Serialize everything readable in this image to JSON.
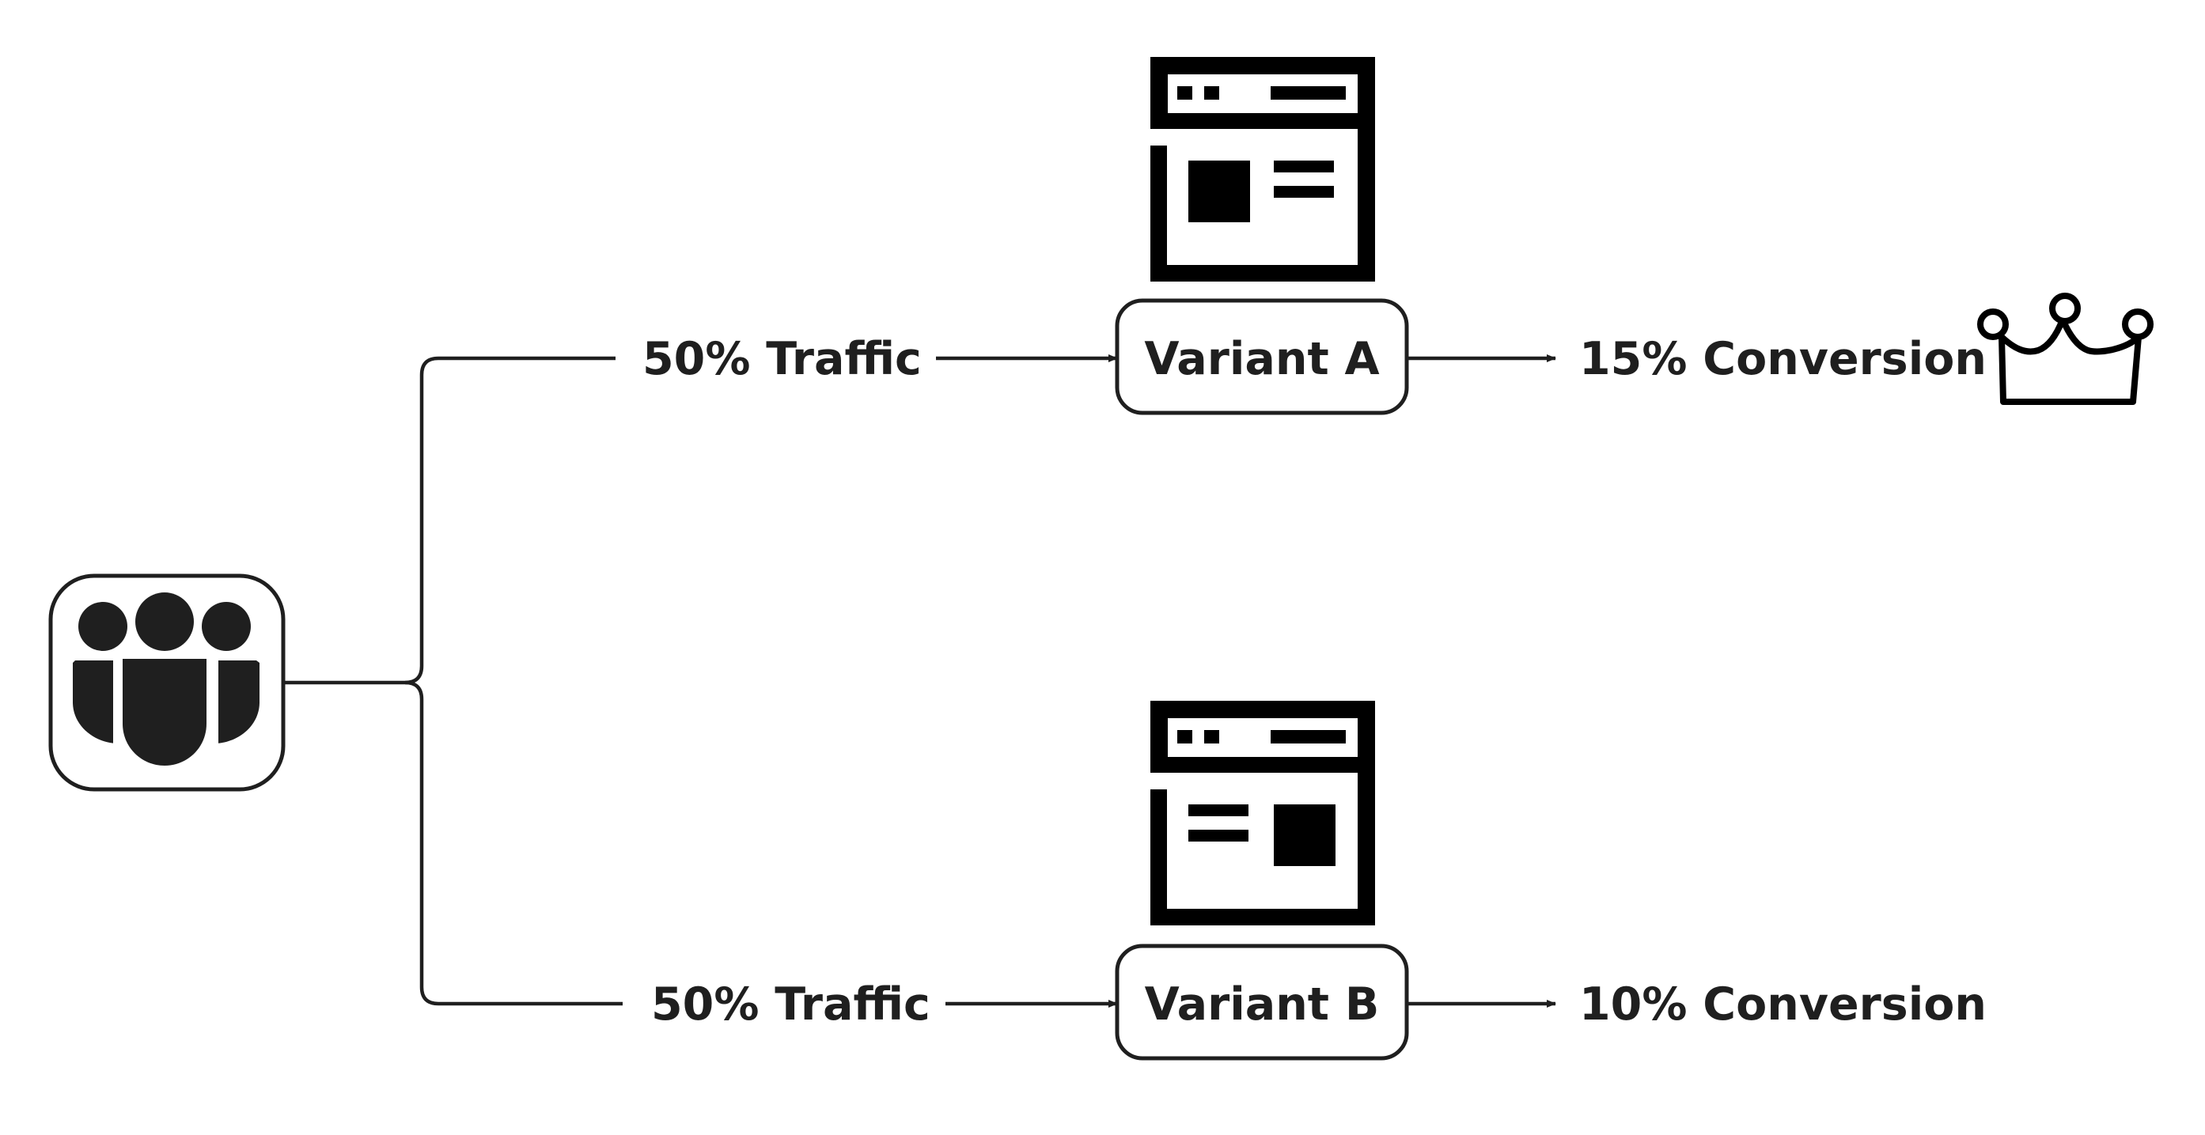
{
  "colors": {
    "ink": "#1f1f1f",
    "icon_fill": "#000000",
    "background": "#ffffff"
  },
  "users_node": {
    "icon": "users-group-icon"
  },
  "branches": [
    {
      "traffic_label": "50% Traffic",
      "variant_label": "Variant A",
      "conversion_label": "15% Conversion",
      "page_icon": "webpage-image-left-icon",
      "winner_icon": "crown-icon"
    },
    {
      "traffic_label": "50% Traffic",
      "variant_label": "Variant B",
      "conversion_label": "10% Conversion",
      "page_icon": "webpage-image-right-icon"
    }
  ]
}
